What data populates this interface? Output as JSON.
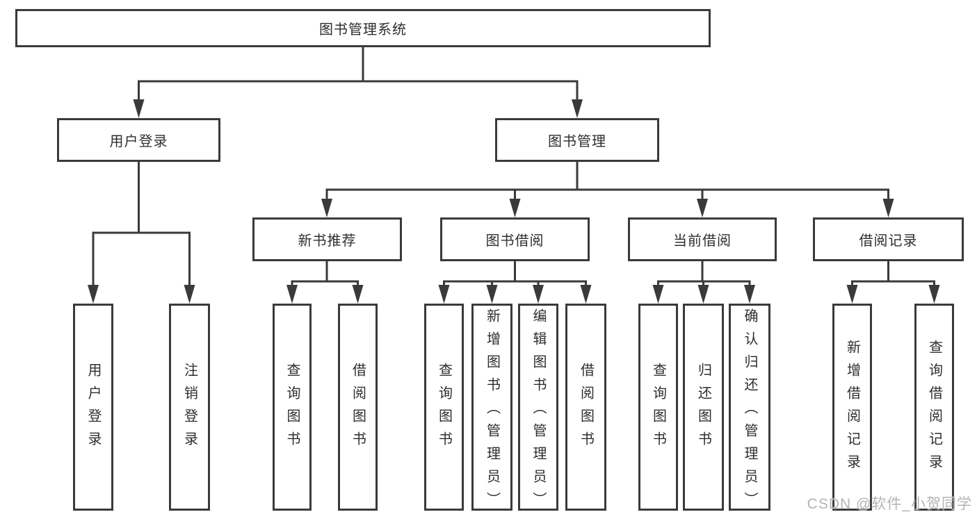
{
  "diagram": {
    "root": {
      "label": "图书管理系统"
    },
    "level2": [
      {
        "label": "用户登录"
      },
      {
        "label": "图书管理"
      }
    ],
    "level3": [
      {
        "label": "新书推荐"
      },
      {
        "label": "图书借阅"
      },
      {
        "label": "当前借阅"
      },
      {
        "label": "借阅记录"
      }
    ],
    "leaves": {
      "user_login": [
        {
          "label": "用户登录"
        },
        {
          "label": "注销登录"
        }
      ],
      "new_book": [
        {
          "label": "查询图书"
        },
        {
          "label": "借阅图书"
        }
      ],
      "book_borrow": [
        {
          "label": "查询图书"
        },
        {
          "label": "新增图书（管理员）"
        },
        {
          "label": "编辑图书（管理员）"
        },
        {
          "label": "借阅图书"
        }
      ],
      "current_borrow": [
        {
          "label": "查询图书"
        },
        {
          "label": "归还图书"
        },
        {
          "label": "确认归还（管理员）"
        }
      ],
      "borrow_record": [
        {
          "label": "新增借阅记录"
        },
        {
          "label": "查询借阅记录"
        }
      ]
    }
  },
  "watermark": {
    "text": "CSDN @软件_小贺同学"
  },
  "colors": {
    "line": "#3a3a3a",
    "text": "#2e2e2e",
    "watermark": "#b4b4b4",
    "background": "#ffffff"
  }
}
